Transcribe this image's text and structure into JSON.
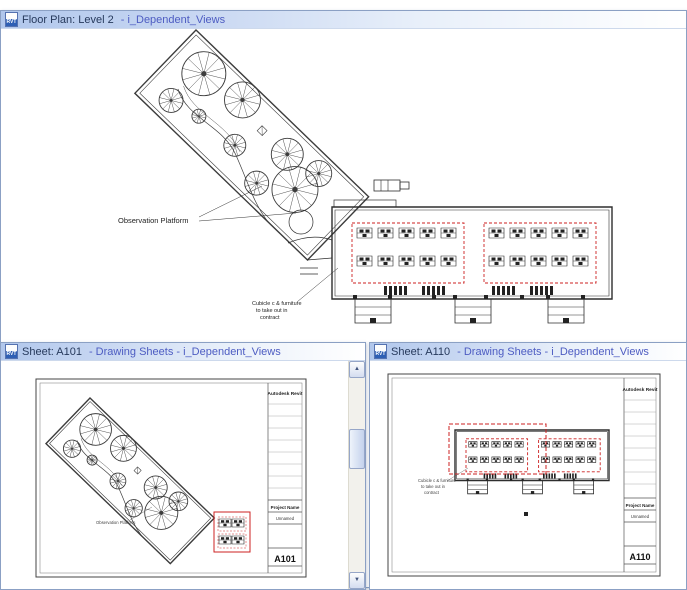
{
  "app": {
    "icon_label": "RVT"
  },
  "ui": {
    "scroll_up": "▲",
    "scroll_down": "▼"
  },
  "colors": {
    "accent_red": "#cc2222",
    "titlebar_blue": "#b1c7ec"
  },
  "windows": {
    "floor_plan": {
      "title_primary": "Floor Plan: Level 2",
      "title_secondary": "- i_Dependent_Views",
      "annotations": {
        "observation_platform": "Observation Platform",
        "cubicle_note_lines": [
          "Cubicle c & furniture",
          "to take out in",
          "contract"
        ]
      }
    },
    "sheet_a101": {
      "title_primary": "Sheet: A101",
      "title_secondary": "- Drawing Sheets - i_Dependent_Views",
      "titleblock": {
        "brand": "Autodesk Revit",
        "project_label": "Project Name",
        "project_name": "Unnamed",
        "sheet_number": "A101"
      },
      "annotations": {
        "observation_platform": "Observation Platform"
      }
    },
    "sheet_a110": {
      "title_primary": "Sheet: A110",
      "title_secondary": "- Drawing Sheets - i_Dependent_Views",
      "titleblock": {
        "brand": "Autodesk Revit",
        "project_label": "Project Name",
        "project_name": "Unnamed",
        "sheet_number": "A110"
      },
      "annotations": {
        "cubicle_note_lines": [
          "Cubicle c & furniture",
          "to take out in",
          "contract"
        ]
      }
    }
  }
}
